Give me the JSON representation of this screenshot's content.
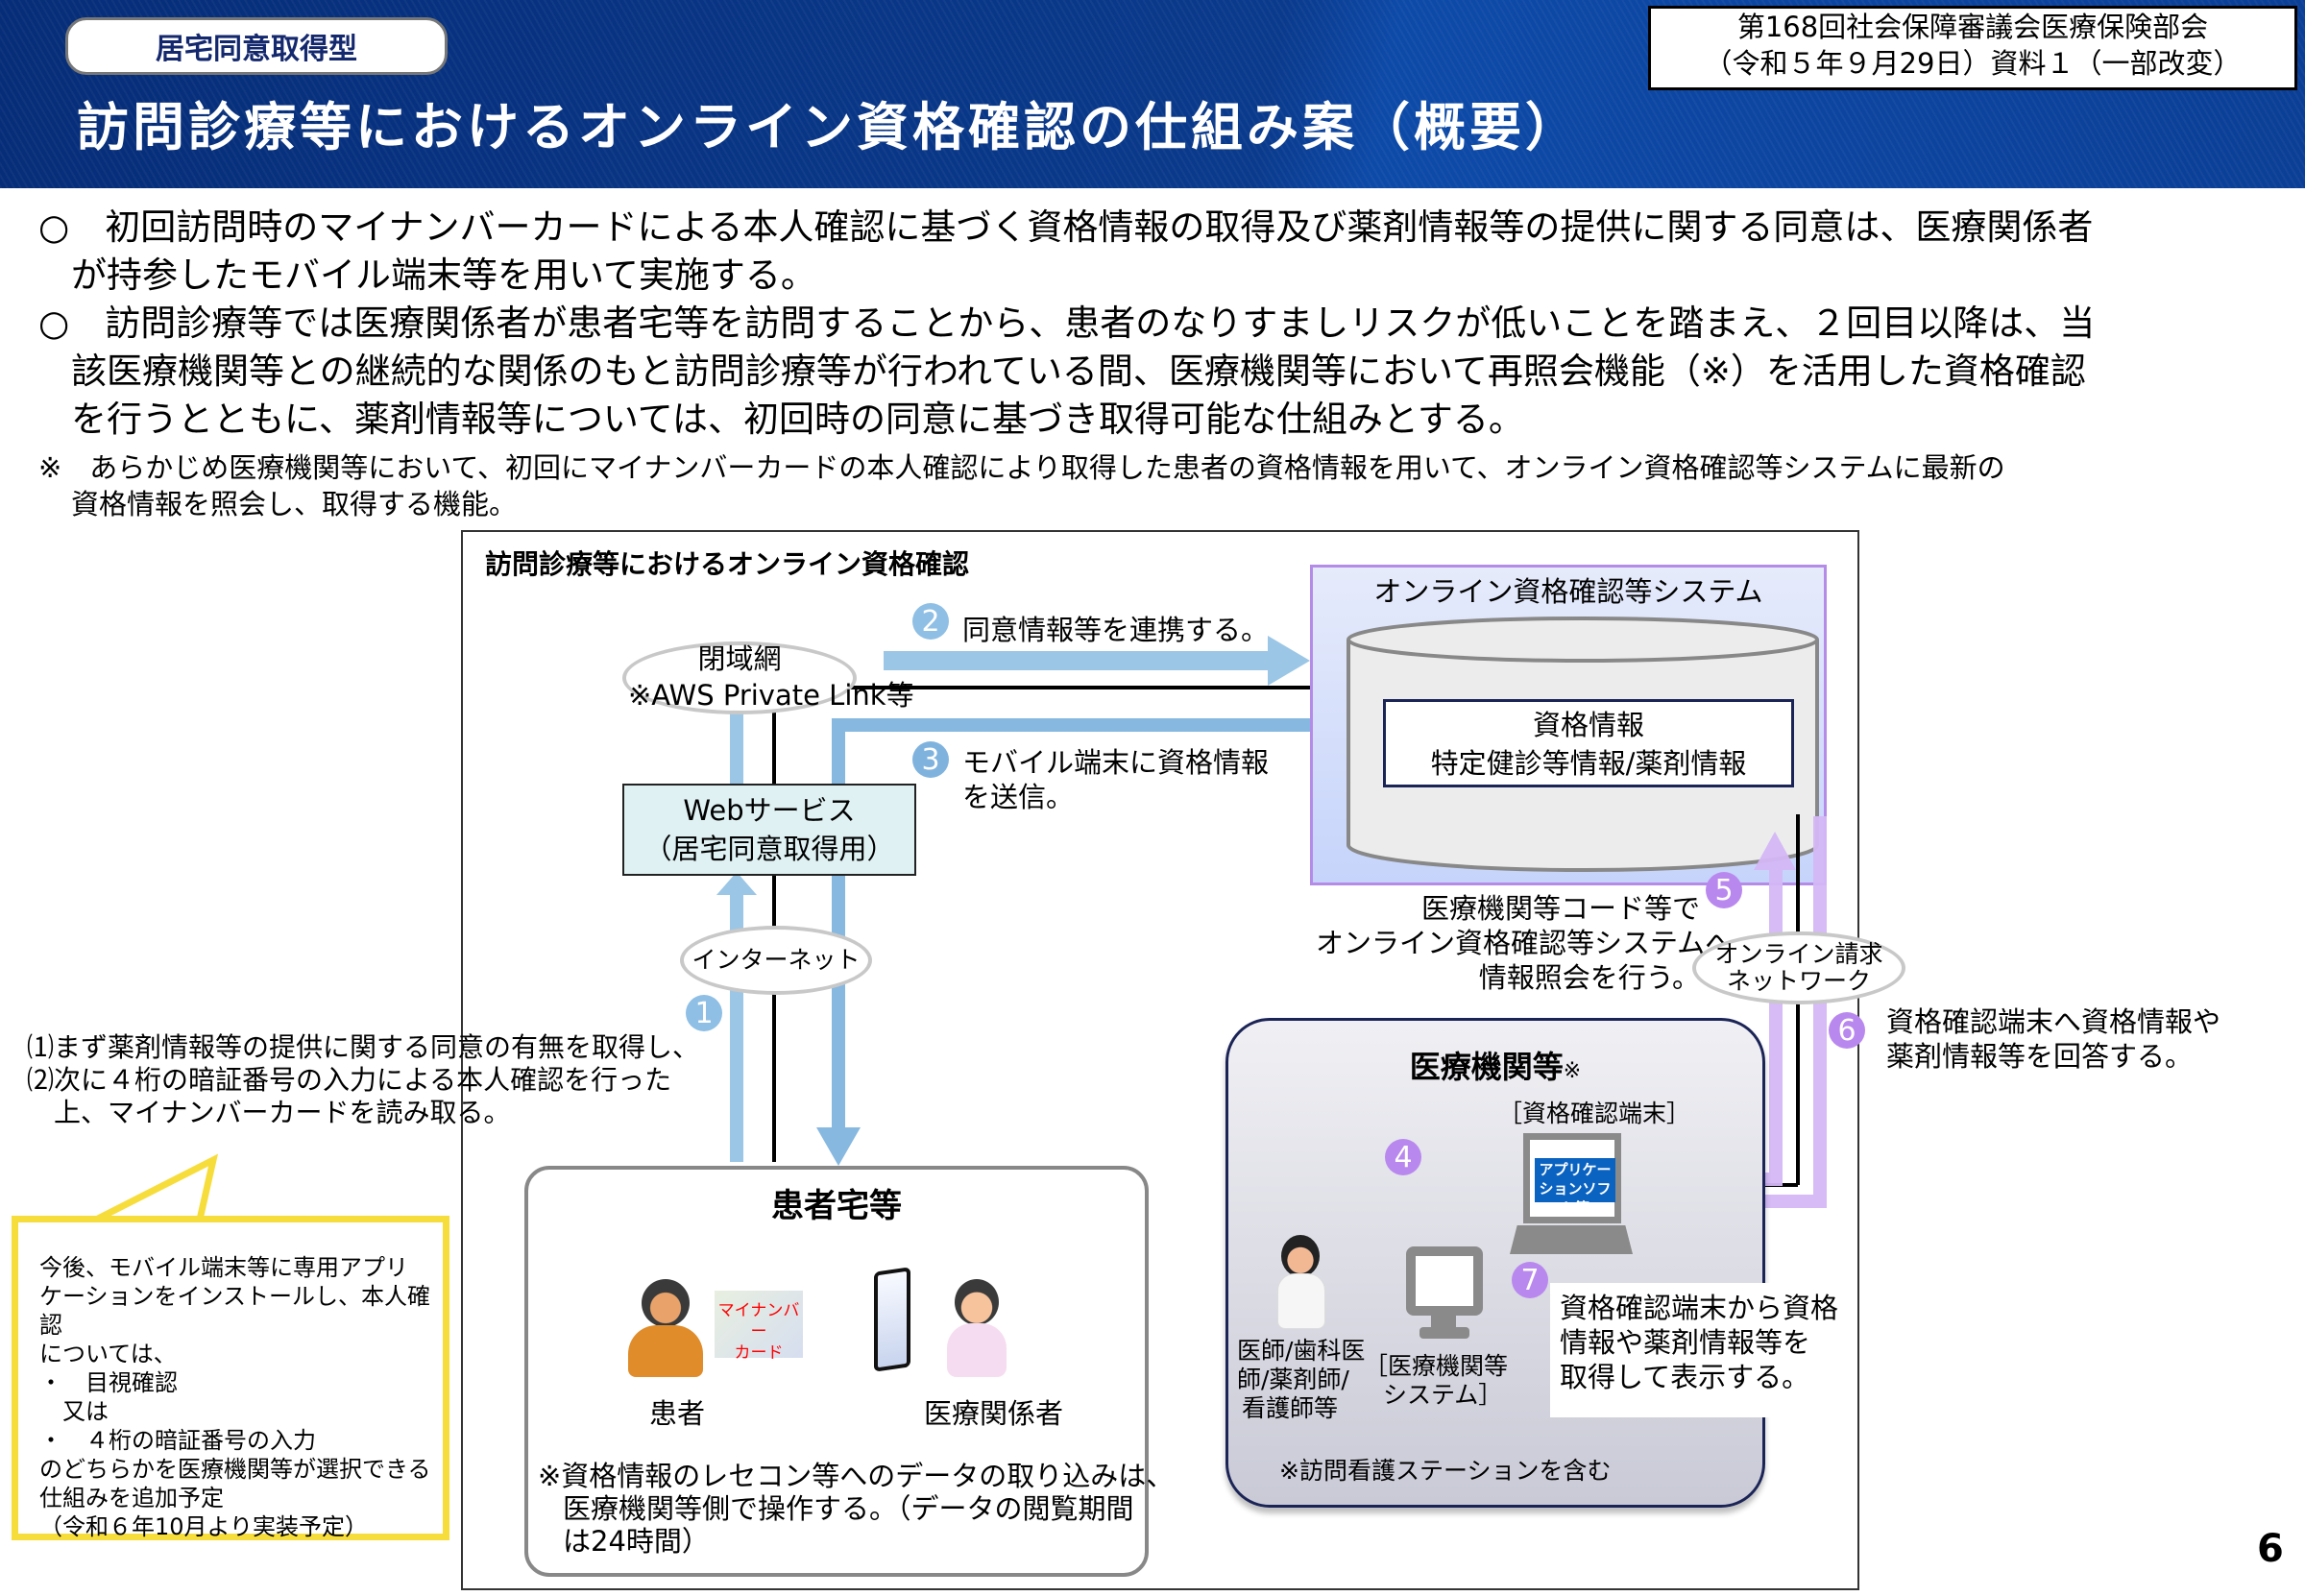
{
  "header": {
    "badge": "居宅同意取得型",
    "title": "訪問診療等におけるオンライン資格確認の仕組み案（概要）",
    "meeting_line1": "第168回社会保障審議会医療保険部会",
    "meeting_line2": "（令和５年９月29日）資料１（一部改変）"
  },
  "body": {
    "para1_line1": "○　初回訪問時のマイナンバーカードによる本人確認に基づく資格情報の取得及び薬剤情報等の提供に関する同意は、医療関係者",
    "para1_line2": "が持参したモバイル端末等を用いて実施する。",
    "para2_line1": "○　訪問診療等では医療関係者が患者宅等を訪問することから、患者のなりすましリスクが低いことを踏まえ、２回目以降は、当",
    "para2_line2": "該医療機関等との継続的な関係のもと訪問診療等が行われている間、医療機関等において再照会機能（※）を活用した資格確認",
    "para2_line3": "を行うとともに、薬剤情報等については、初回時の同意に基づき取得可能な仕組みとする。",
    "note_line1": "※　あらかじめ医療機関等において、初回にマイナンバーカードの本人確認により取得した患者の資格情報を用いて、オンライン資格確認等システムに最新の",
    "note_line2": "資格情報を照会し、取得する機能。"
  },
  "diagram": {
    "title": "訪問診療等におけるオンライン資格確認",
    "closed_network": "閉域網",
    "closed_network_note": "※AWS Private Link等",
    "web_service_line1": "Webサービス",
    "web_service_line2": "（居宅同意取得用）",
    "internet": "インターネット",
    "oqs_title": "オンライン資格確認等システム",
    "db_line1": "資格情報",
    "db_line2": "特定健診等情報/薬剤情報",
    "billing_network_line1": "オンライン請求",
    "billing_network_line2": "ネットワーク",
    "steps": [
      {
        "num": "1",
        "color": "#8fbfe4"
      },
      {
        "num": "2",
        "text": "同意情報等を連携する。",
        "color": "#8fbfe4"
      },
      {
        "num": "3",
        "text_line1": "モバイル端末に資格情報",
        "text_line2": "を送信。",
        "color": "#7fb3de"
      },
      {
        "num": "4",
        "color": "#b988ee"
      },
      {
        "num": "5",
        "text_line1": "医療機関等コード等で",
        "text_line2": "オンライン資格確認等システムへ",
        "text_line3": "情報照会を行う。",
        "color": "#b988ee"
      },
      {
        "num": "6",
        "text_line1": "資格確認端末へ資格情報や",
        "text_line2": "薬剤情報等を回答する。",
        "color": "#b988ee"
      },
      {
        "num": "7",
        "text_line1": "資格確認端末から資格",
        "text_line2": "情報や薬剤情報等を",
        "text_line3": "取得して表示する。",
        "color": "#b988ee"
      }
    ],
    "step1_desc_line1": "⑴まず薬剤情報等の提供に関する同意の有無を取得し、",
    "step1_desc_line2": "⑵次に４桁の暗証番号の入力による本人確認を行った",
    "step1_desc_line3": "　上、マイナンバーカードを読み取る。",
    "patient_home": {
      "title": "患者宅等",
      "patient_label": "患者",
      "card_label_line1": "マイナンバー",
      "card_label_line2": "カード",
      "staff_label": "医療関係者",
      "note_line1": "※資格情報のレセコン等へのデータの取り込みは、",
      "note_line2": "医療機関等側で操作する。（データの閲覧期間",
      "note_line3": "は24時間）"
    },
    "medical": {
      "title": "医療機関等",
      "title_mark": "※",
      "terminal_label": "［資格確認端末］",
      "app_line1": "アプリケー",
      "app_line2": "ションソフト等",
      "system_label_line1": "［医療機関等",
      "system_label_line2": "システム］",
      "staff_line1": "医師/歯科医",
      "staff_line2": "師/薬剤師/",
      "staff_line3": "看護師等",
      "note": "※訪問看護ステーションを含む"
    }
  },
  "callout": {
    "lines": [
      "今後、モバイル端末等に専用アプリ",
      "ケーションをインストールし、本人確認",
      "については、",
      "・　目視確認",
      "　又は",
      "・　４桁の暗証番号の入力",
      "のどちらかを医療機関等が選択できる",
      "仕組みを追加予定",
      "（令和６年10月より実装予定）"
    ]
  },
  "page_number": "6",
  "colors": {
    "header_blue": "#0a3a8c",
    "arrow_blue": "#9bc6e6",
    "arrow_purple": "#d4b8f6",
    "callout_yellow": "#f7dd3c",
    "app_blue": "#0b63c1"
  }
}
